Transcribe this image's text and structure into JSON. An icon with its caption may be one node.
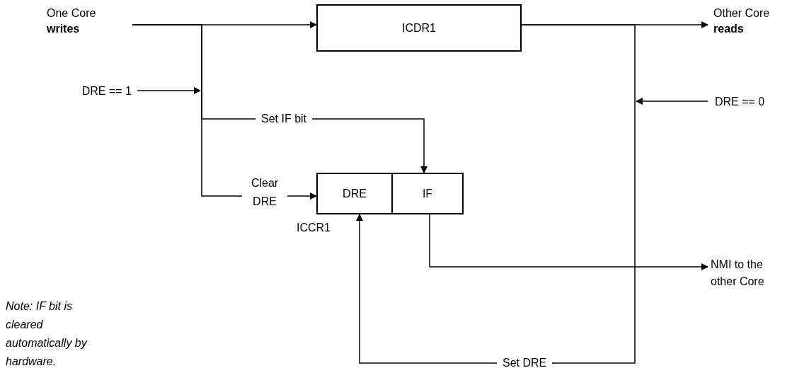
{
  "diagram": {
    "nodes": [
      {
        "text": [
          "One Core **writes**"
        ]
      },
      {
        "text": [
          "ICDR1"
        ]
      },
      {
        "text": [
          "Other Core **reads**"
        ]
      },
      {
        "text": [
          "DRE == 1"
        ]
      },
      {
        "text": [
          "DRE == 0"
        ]
      },
      {
        "text": [
          "ICCR1"
        ]
      },
      {
        "text": [
          "DRE"
        ],
        "in": 5
      },
      {
        "text": [
          "IF"
        ],
        "in": 5
      },
      {
        "text": [
          "NMI to the other Core"
        ]
      }
    ],
    "edges": [
      {
        "from": 0,
        "to": 1,
        "arrow": "to"
      },
      {
        "from": 0,
        "to": 7,
        "arrow": "to",
        "label": "Set IF bit"
      },
      {
        "from": 0,
        "to": 6,
        "arrow": "to",
        "label": "Clear DRE"
      },
      {
        "from": 3,
        "to": null,
        "arrow": "to"
      },
      {
        "from": 1,
        "to": 2,
        "arrow": "to"
      },
      {
        "from": 1,
        "to": 6,
        "arrow": "to",
        "label": "Set DRE"
      },
      {
        "from": 4,
        "to": null,
        "arrow": "to"
      },
      {
        "from": 7,
        "to": 8,
        "arrow": "to"
      }
    ],
    "labels": [
      "Note: IF bit is cleared automatically by hardware."
    ]
  }
}
